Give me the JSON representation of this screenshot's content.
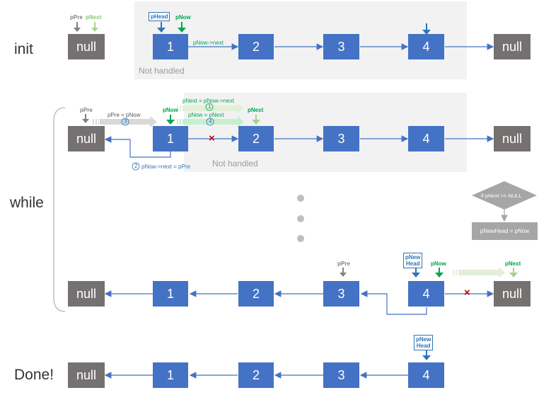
{
  "rows": {
    "init": "init",
    "while": "while",
    "done": "Done!"
  },
  "nodes": {
    "null": "null",
    "n1": "1",
    "n2": "2",
    "n3": "3",
    "n4": "4"
  },
  "pointers": {
    "pPre": "pPre",
    "pNext": "pNext",
    "pNow": "pNow",
    "pHead": "pHead",
    "pNewHead_line1": "pNew",
    "pNewHead_line2": "Head"
  },
  "annotations": {
    "not_handled": "Not handled",
    "init_edge": "pNow->next",
    "step1": "pNext = pNow->next",
    "step2": "pNow->next = pPre",
    "step3": "pPre = pNow",
    "step4": "pNow = pNext",
    "num1": "1",
    "num2": "2",
    "num3": "3",
    "num4": "4",
    "cross": "×"
  },
  "flowchart": {
    "condition": "if pNext == NULL",
    "action": "pNewHead = pNow"
  },
  "colors": {
    "node_blue": "#4472c4",
    "node_gray": "#767171",
    "arrow_blue": "#4472c4",
    "green": "#00a651",
    "light_green": "#a9d18e",
    "gray_arrow": "#a6a6a6",
    "panel": "#f2f2f2",
    "cross_red": "#c00000"
  }
}
